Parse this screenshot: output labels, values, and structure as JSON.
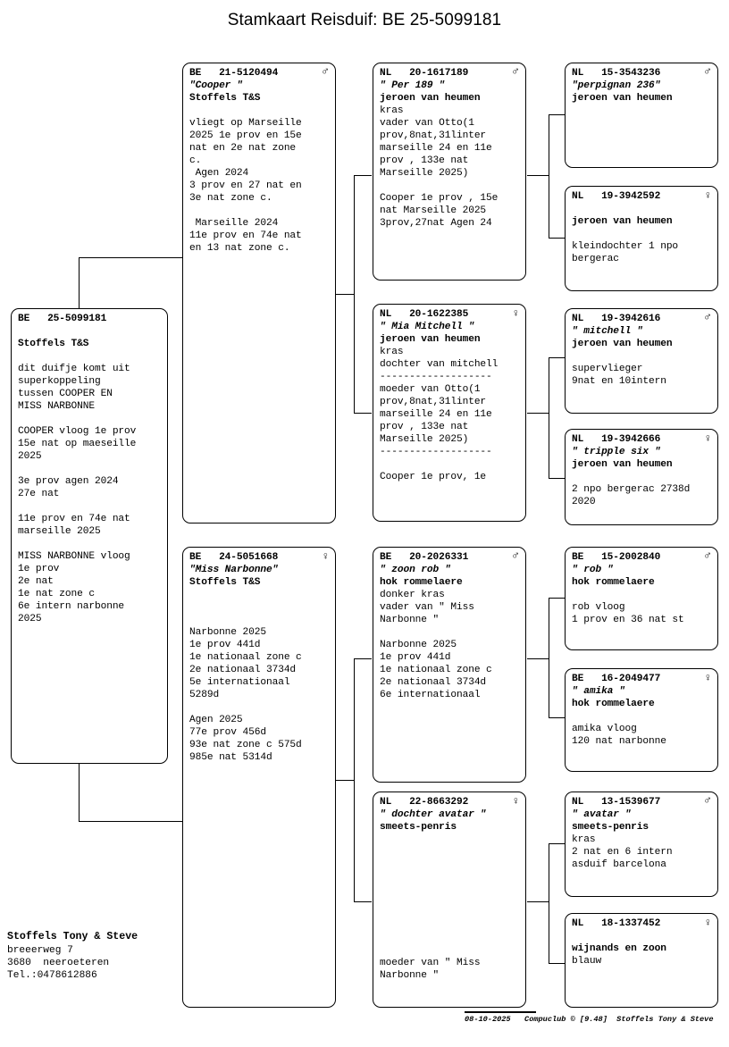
{
  "title": "Stamkaart Reisduif: BE  25-5099181",
  "subject": {
    "ring": "BE   25-5099181",
    "nickname": "",
    "owner": "Stoffels T&S",
    "sex": "",
    "body": "dit duifje komt uit\nsuperkoppeling\ntussen COOPER EN\nMISS NARBONNE\n\nCOOPER vloog 1e prov\n15e nat op maeseille\n2025\n\n3e prov agen 2024\n27e nat\n\n11e prov en 74e nat\nmarseille 2025\n\nMISS NARBONNE vloog\n1e prov\n2e nat\n1e nat zone c\n6e intern narbonne\n2025"
  },
  "gen2": [
    {
      "ring": "BE   21-5120494",
      "nickname": "\"Cooper \"",
      "owner": "Stoffels T&S",
      "sex": "male",
      "sex_glyph": "♂",
      "body": "vliegt op Marseille\n2025 1e prov en 15e\nnat en 2e nat zone\nc.\n Agen 2024\n3 prov en 27 nat en\n3e nat zone c.\n\n Marseille 2024\n11e prov en 74e nat\nen 13 nat zone c."
    },
    {
      "ring": "BE   24-5051668",
      "nickname": "\"Miss Narbonne\"",
      "owner": "Stoffels T&S",
      "sex": "female",
      "sex_glyph": "♀",
      "body": "Narbonne 2025\n1e prov 441d\n1e nationaal zone c\n2e nationaal 3734d\n5e internationaal\n5289d\n\nAgen 2025\n77e prov 456d\n93e nat zone c 575d\n985e nat 5314d"
    }
  ],
  "gen3": [
    {
      "ring": "NL   20-1617189",
      "nickname": "\" Per 189 \"",
      "owner": "jeroen van heumen",
      "sex": "male",
      "sex_glyph": "♂",
      "body": "kras\nvader van Otto(1\nprov,8nat,31linter\nmarseille 24 en 11e\nprov , 133e nat\nMarseille 2025)\n\nCooper 1e prov , 15e\nnat Marseille 2025\n3prov,27nat Agen 24"
    },
    {
      "ring": "NL   20-1622385",
      "nickname": "\" Mia Mitchell \"",
      "owner": "jeroen van heumen",
      "sex": "female",
      "sex_glyph": "♀",
      "body": "kras\ndochter van mitchell\n-------------------\nmoeder van Otto(1\nprov,8nat,31linter\nmarseille 24 en 11e\nprov , 133e nat\nMarseille 2025)\n-------------------\n\nCooper 1e prov, 1e"
    },
    {
      "ring": "BE   20-2026331",
      "nickname": "\" zoon rob \"",
      "owner": "hok rommelaere",
      "sex": "male",
      "sex_glyph": "♂",
      "body": "donker kras\nvader van \" Miss\nNarbonne \"\n\nNarbonne 2025\n1e prov 441d\n1e nationaal zone c\n2e nationaal 3734d\n6e internationaal"
    },
    {
      "ring": "NL   22-8663292",
      "nickname": "\" dochter avatar \"",
      "owner": "smeets-penris",
      "sex": "female",
      "sex_glyph": "♀",
      "body": "",
      "body_bottom": "moeder van \" Miss\nNarbonne \""
    }
  ],
  "gen4": [
    {
      "ring": "NL   15-3543236",
      "nickname": "\"perpignan 236\"",
      "owner": "jeroen van heumen",
      "sex": "male",
      "sex_glyph": "♂",
      "body": ""
    },
    {
      "ring": "NL   19-3942592",
      "nickname": "",
      "owner": "jeroen van heumen",
      "sex": "female",
      "sex_glyph": "♀",
      "body": "kleindochter 1 npo\nbergerac"
    },
    {
      "ring": "NL   19-3942616",
      "nickname": "\" mitchell \"",
      "owner": "jeroen van heumen",
      "sex": "male",
      "sex_glyph": "♂",
      "body": "supervlieger\n9nat en 10intern"
    },
    {
      "ring": "NL   19-3942666",
      "nickname": "\" tripple six \"",
      "owner": "jeroen van heumen",
      "sex": "female",
      "sex_glyph": "♀",
      "body": "2 npo bergerac 2738d\n2020"
    },
    {
      "ring": "BE   15-2002840",
      "nickname": "\" rob \"",
      "owner": "hok rommelaere",
      "sex": "male",
      "sex_glyph": "♂",
      "body": "rob vloog\n1 prov en 36 nat st"
    },
    {
      "ring": "BE   16-2049477",
      "nickname": "\" amika \"",
      "owner": "hok rommelaere",
      "sex": "female",
      "sex_glyph": "♀",
      "body": "amika vloog\n120 nat narbonne"
    },
    {
      "ring": "NL   13-1539677",
      "nickname": "\" avatar \"",
      "owner": "smeets-penris",
      "sex": "male",
      "sex_glyph": "♂",
      "body": "kras\n2 nat en 6 intern\nasduif barcelona"
    },
    {
      "ring": "NL   18-1337452",
      "nickname": "",
      "owner": "wijnands en zoon",
      "sex": "female",
      "sex_glyph": "♀",
      "body": "blauw"
    }
  ],
  "breeder": {
    "name": "Stoffels Tony & Steve",
    "address": "breeerweg 7\n3680  neeroeteren\nTel.:0478612886"
  },
  "footer": "08-10-2025   Compuclub © [9.48]  Stoffels Tony & Steve"
}
